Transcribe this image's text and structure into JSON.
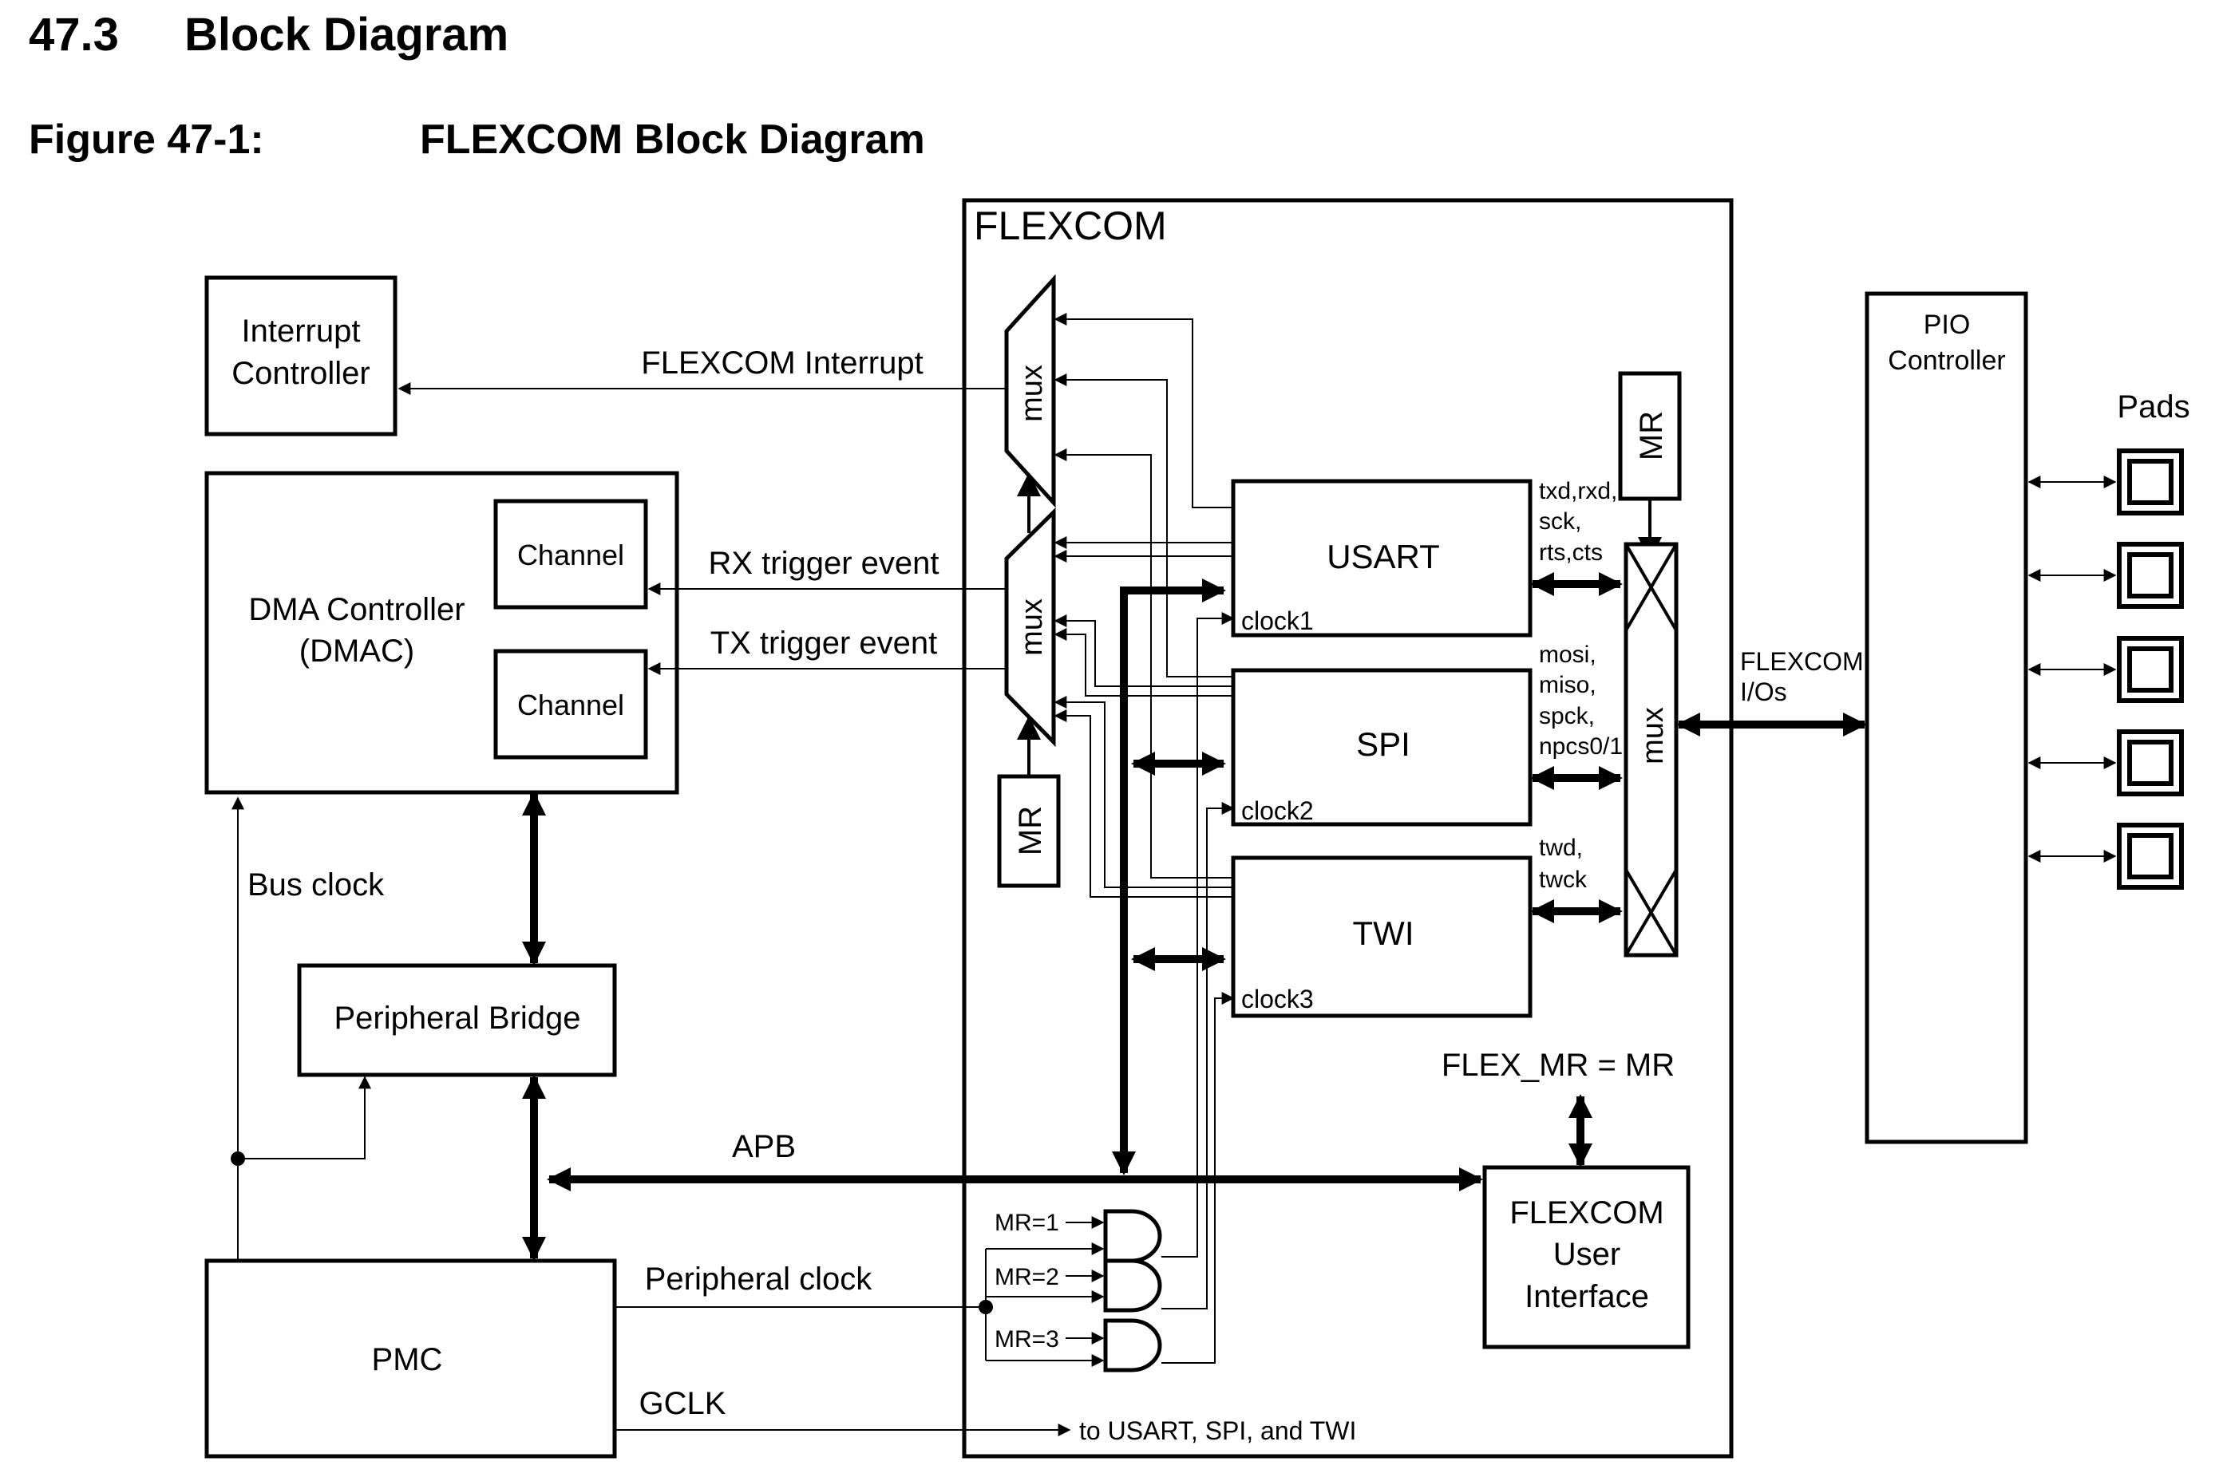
{
  "section": {
    "number": "47.3",
    "title": "Block Diagram"
  },
  "figure": {
    "number": "Figure 47-1:",
    "title": "FLEXCOM Block Diagram"
  },
  "blocks": {
    "interrupt_controller": [
      "Interrupt",
      "Controller"
    ],
    "dma_controller": [
      "DMA Controller",
      "(DMAC)"
    ],
    "channel_1": "Channel",
    "channel_2": "Channel",
    "peripheral_bridge": "Peripheral Bridge",
    "pmc": "PMC",
    "flexcom": "FLEXCOM",
    "usart": "USART",
    "spi": "SPI",
    "twi": "TWI",
    "flexcom_user_interface": [
      "FLEXCOM",
      "User",
      "Interface"
    ],
    "pio_controller": [
      "PIO",
      "Controller"
    ],
    "mr_top": "MR",
    "mr_bottom": "MR",
    "mux_top": "mux",
    "mux_mid": "mux",
    "mux_right": "mux"
  },
  "signals": {
    "flexcom_interrupt": "FLEXCOM Interrupt",
    "rx_trigger": "RX trigger event",
    "tx_trigger": "TX trigger event",
    "bus_clock": "Bus clock",
    "apb": "APB",
    "peripheral_clock": "Peripheral clock",
    "gclk": "GCLK",
    "gclk_dest": "to USART, SPI, and TWI",
    "clock1": "clock1",
    "clock2": "clock2",
    "clock3": "clock3",
    "usart_pins": [
      "txd,rxd,",
      "sck,",
      "rts,cts"
    ],
    "spi_pins": [
      "mosi,",
      "miso,",
      "spck,",
      "npcs0/1"
    ],
    "twi_pins": [
      "twd,",
      "twck"
    ],
    "flexcom_ios": [
      "FLEXCOM",
      "I/Os"
    ],
    "flex_mr": "FLEX_MR = MR",
    "mr1": "MR=1",
    "mr2": "MR=2",
    "mr3": "MR=3",
    "pads": "Pads"
  }
}
